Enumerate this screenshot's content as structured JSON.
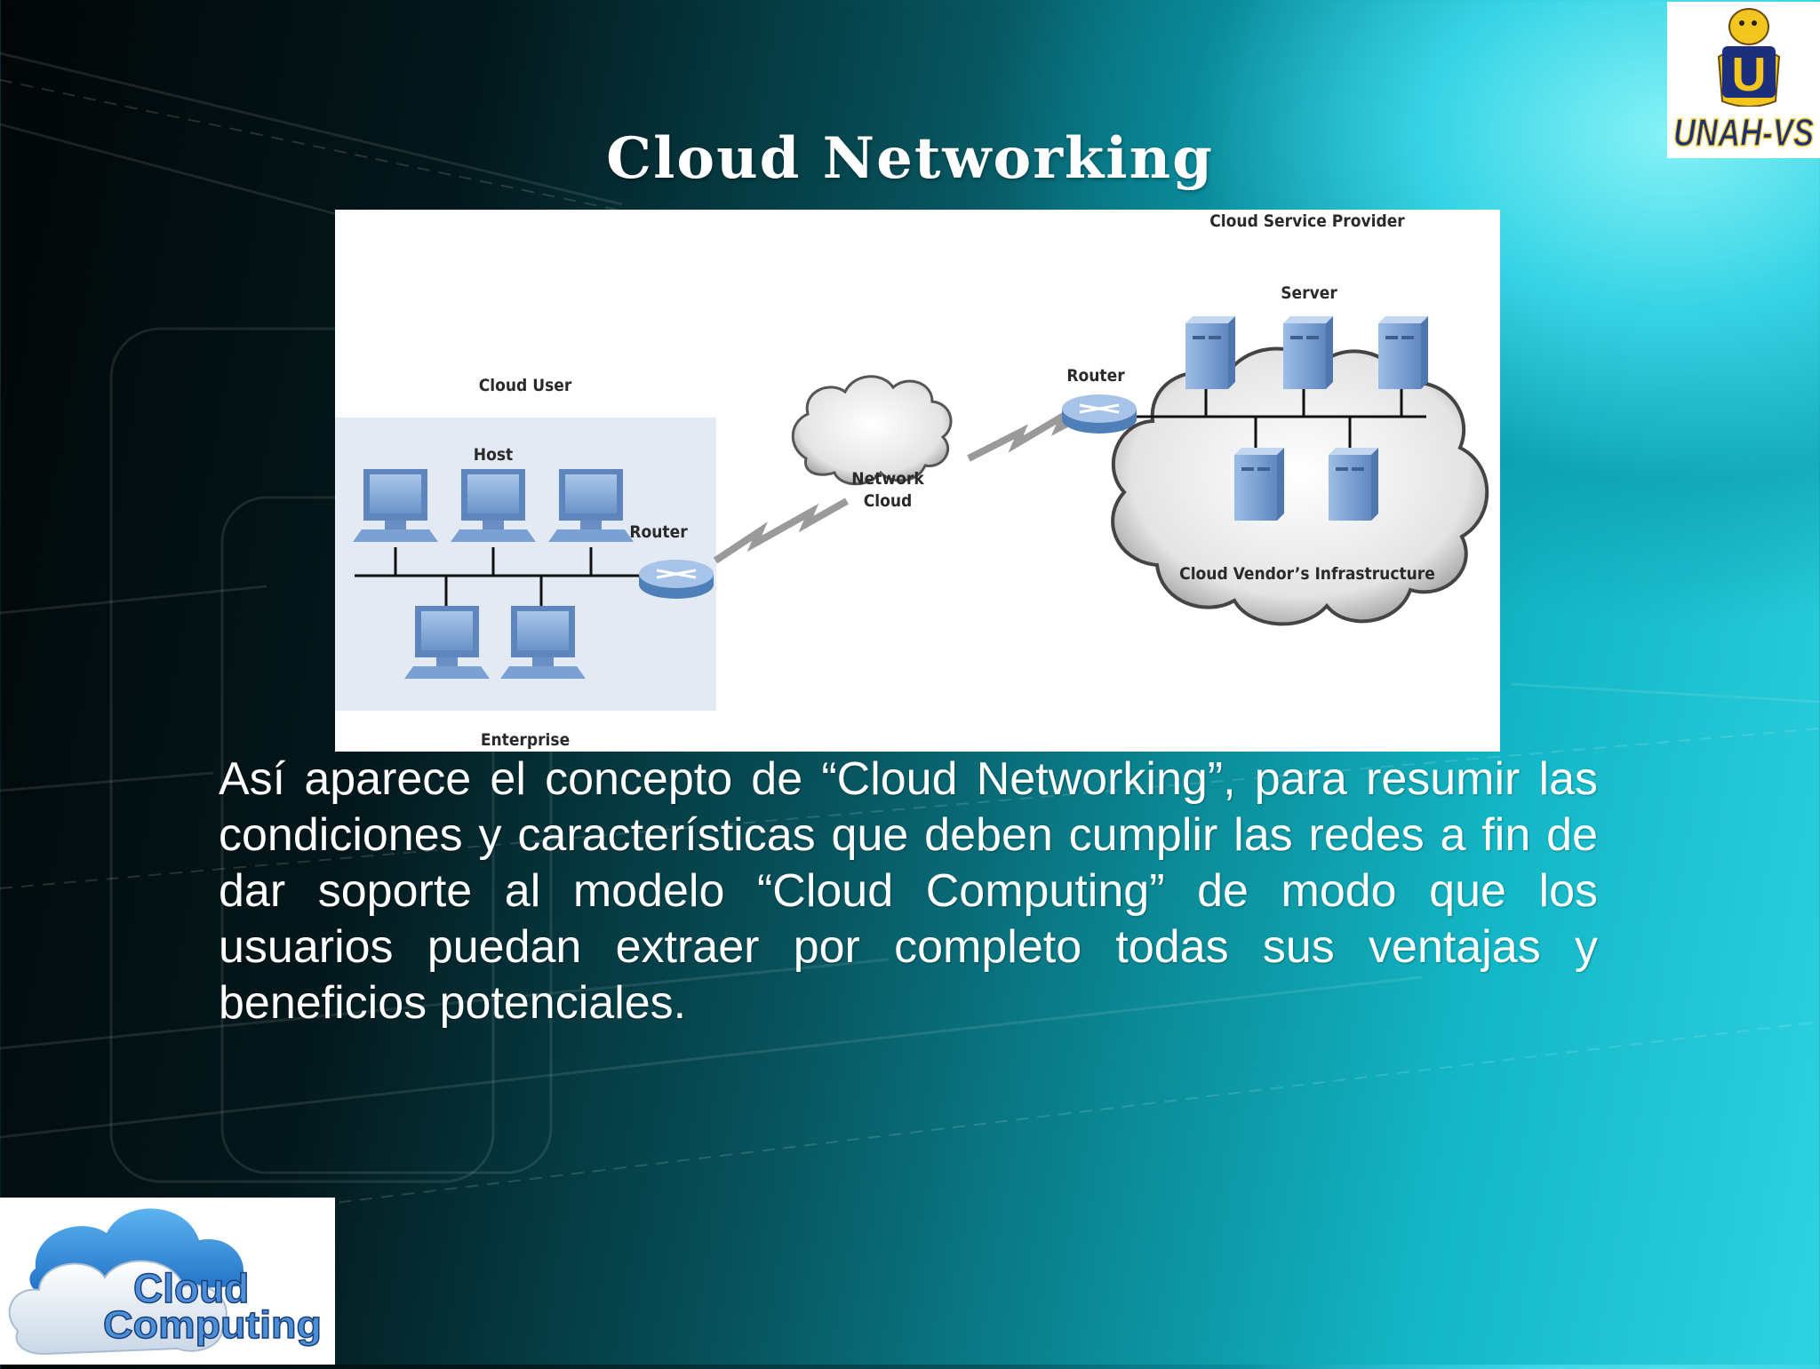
{
  "slide": {
    "title": "Cloud Networking",
    "paragraph": "Así aparece el concepto de “Cloud Networking”, para resumir las condiciones y características que deben cumplir las redes a fin de dar soporte al modelo “Cloud Computing” de modo que los usuarios puedan extraer por completo todas sus ventajas y beneficios potenciales."
  },
  "logos": {
    "top_right": "UNAH-VS",
    "top_right_letter": "U",
    "bottom_left_line1": "Cloud",
    "bottom_left_line2": "Computing"
  },
  "diagram": {
    "cloud_service_provider": "Cloud Service Provider",
    "server": "Server",
    "router_provider": "Router",
    "cloud_user": "Cloud User",
    "host": "Host",
    "router_enterprise": "Router",
    "network_cloud_line1": "Network",
    "network_cloud_line2": "Cloud",
    "vendor_infrastructure": "Cloud Vendor’s Infrastructure",
    "enterprise": "Enterprise"
  },
  "colors": {
    "accent_cyan": "#2ed2e0",
    "device_blue": "#7fa6d6",
    "logo_navy": "#1c2f7a",
    "logo_gold": "#f2c61f"
  }
}
